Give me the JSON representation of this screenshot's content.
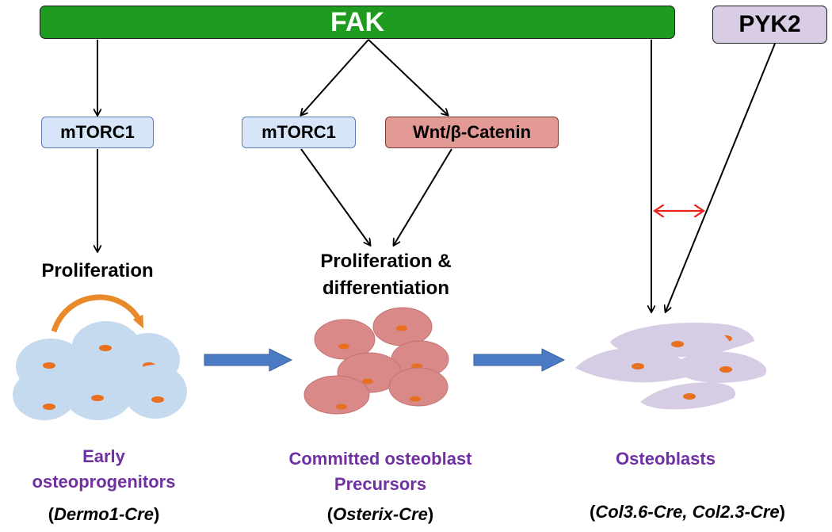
{
  "top_bar": {
    "fak_label": "FAK",
    "pyk2_label": "PYK2"
  },
  "pathways": {
    "left_mtorc1": "mTORC1",
    "middle_mtorc1": "mTORC1",
    "wnt": "Wnt/β-Catenin"
  },
  "processes": {
    "left": "Proliferation",
    "middle_line1": "Proliferation &",
    "middle_line2": "differentiation"
  },
  "stages": [
    {
      "line1": "Early",
      "line2": "osteoprogenitors",
      "cre_open": "(",
      "cre_gene": "Dermo1-Cre",
      "cre_close": ")"
    },
    {
      "line1": "Committed osteoblast",
      "line2": "Precursors",
      "cre_open": "(",
      "cre_gene": "Osterix-Cre",
      "cre_close": ")"
    },
    {
      "line1": "Osteoblasts",
      "cre_open": "(",
      "cre_gene": "Col3.6-Cre, Col2.3-Cre",
      "cre_close": ")"
    }
  ],
  "colors": {
    "fak_fill": "#1f9b1f",
    "pyk2_fill": "#d9cde6",
    "mtorc_fill": "#d6e5f7",
    "wnt_fill": "#e39a95",
    "early_cell": "#c5d9ef",
    "committed_cell": "#d98a88",
    "osteoblast_cell": "#d6cce4",
    "nucleus": "#e8701e",
    "stage_text": "#7030a0",
    "flow_arrow": "#4a7bc4",
    "interaction_arrow": "#e8211d"
  }
}
